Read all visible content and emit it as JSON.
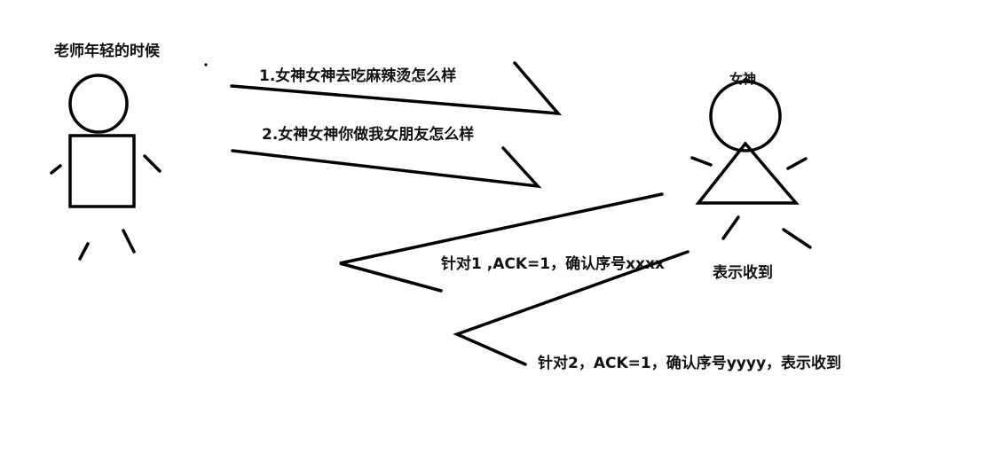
{
  "teacher": {
    "label": "老师年轻的时候"
  },
  "goddess": {
    "label": "女神"
  },
  "messages": [
    {
      "text": "1.女神女神去吃麻辣烫怎么样"
    },
    {
      "text": "2.女神女神你做我女朋友怎么样"
    }
  ],
  "acks": [
    {
      "text": "针对1 ,ACK=1，确认序号xxxx"
    },
    {
      "text": "针对2，ACK=1，确认序号yyyy，表示收到"
    }
  ],
  "ack1_suffix": "表示收到",
  "colors": {
    "ink": "#000000",
    "background": "#ffffff"
  }
}
